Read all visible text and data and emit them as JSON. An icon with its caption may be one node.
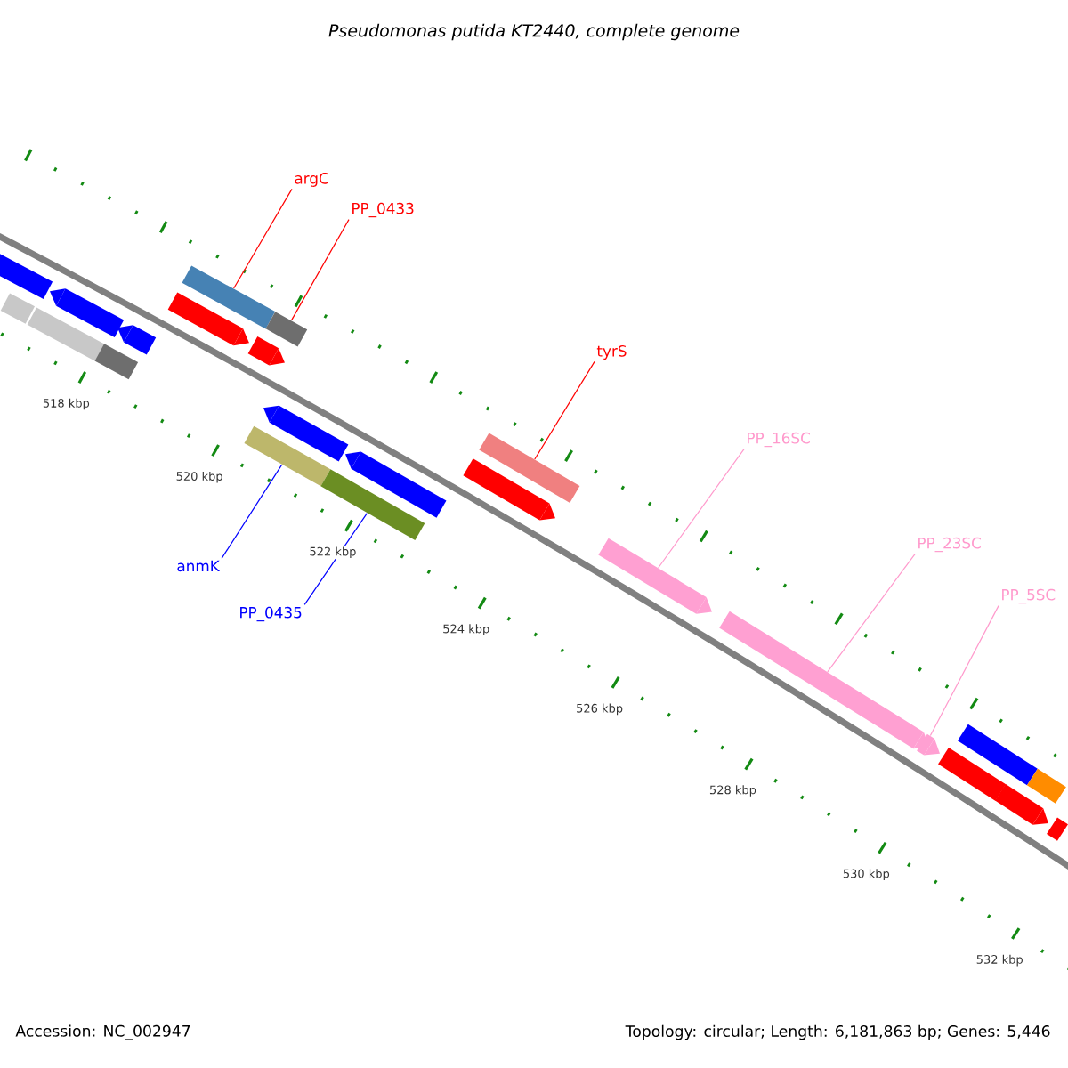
{
  "diagram": {
    "title": "Pseudomonas putida KT2440, complete genome",
    "nodes": [
      {
        "text": [
          "argC"
        ]
      },
      {
        "text": [
          "PP_0433"
        ]
      },
      {
        "text": [
          "tyrS"
        ]
      },
      {
        "text": [
          "PP_16SC"
        ]
      },
      {
        "text": [
          "PP_23SC"
        ]
      },
      {
        "text": [
          "PP_5SC"
        ]
      },
      {
        "text": [
          "anmK"
        ]
      },
      {
        "text": [
          "PP_0435"
        ]
      },
      {
        "text": [],
        "shape": "bar"
      },
      {
        "text": [],
        "shape": "bar"
      },
      {
        "text": [],
        "shape": "bar"
      },
      {
        "text": [],
        "shape": "bar"
      },
      {
        "text": [],
        "shape": "bar"
      },
      {
        "text": [],
        "shape": "bar"
      },
      {
        "text": [],
        "shape": "bar"
      },
      {
        "text": [],
        "shape": "bar"
      },
      {
        "text": [],
        "shape": "bar"
      },
      {
        "text": [],
        "shape": "bar"
      },
      {
        "text": [],
        "shape": "bar"
      },
      {
        "text": [],
        "shape": "bar"
      },
      {
        "text": [],
        "shape": "bar"
      },
      {
        "text": [],
        "shape": "bar"
      },
      {
        "text": [],
        "shape": "bar"
      },
      {
        "text": [],
        "shape": "bar"
      },
      {
        "text": [],
        "shape": "bar"
      },
      {
        "text": [],
        "shape": "bar"
      },
      {
        "text": [],
        "shape": "bar"
      },
      {
        "text": [],
        "shape": "bar"
      },
      {
        "text": [],
        "shape": "bar"
      },
      {
        "text": [],
        "shape": "bar"
      },
      {
        "text": [],
        "shape": "bar"
      },
      {
        "text": [],
        "shape": "bar"
      }
    ],
    "edges": [
      {
        "from": 0,
        "to": 15,
        "arrow": "none",
        "color": "#ff0000"
      },
      {
        "from": 1,
        "to": 17,
        "arrow": "none",
        "color": "#ff0000"
      },
      {
        "from": 2,
        "to": 23,
        "arrow": "none",
        "color": "#ff0000"
      },
      {
        "from": 3,
        "to": 24,
        "arrow": "none",
        "color": "#ff99cc"
      },
      {
        "from": 4,
        "to": 25,
        "arrow": "none",
        "color": "#ff99cc"
      },
      {
        "from": 5,
        "to": 26,
        "arrow": "none",
        "color": "#ff99cc"
      },
      {
        "from": 6,
        "to": 18,
        "arrow": "none",
        "color": "#0000ff"
      },
      {
        "from": 7,
        "to": 20,
        "arrow": "none",
        "color": "#0000ff"
      }
    ],
    "labels": [
      "518 kbp",
      "520 kbp",
      "522 kbp",
      "524 kbp",
      "526 kbp",
      "528 kbp",
      "530 kbp",
      "532 kbp",
      "Accession: NC_002947",
      "Topology: circular; Length: 6,181,863 bp; Genes: 5,446"
    ]
  }
}
